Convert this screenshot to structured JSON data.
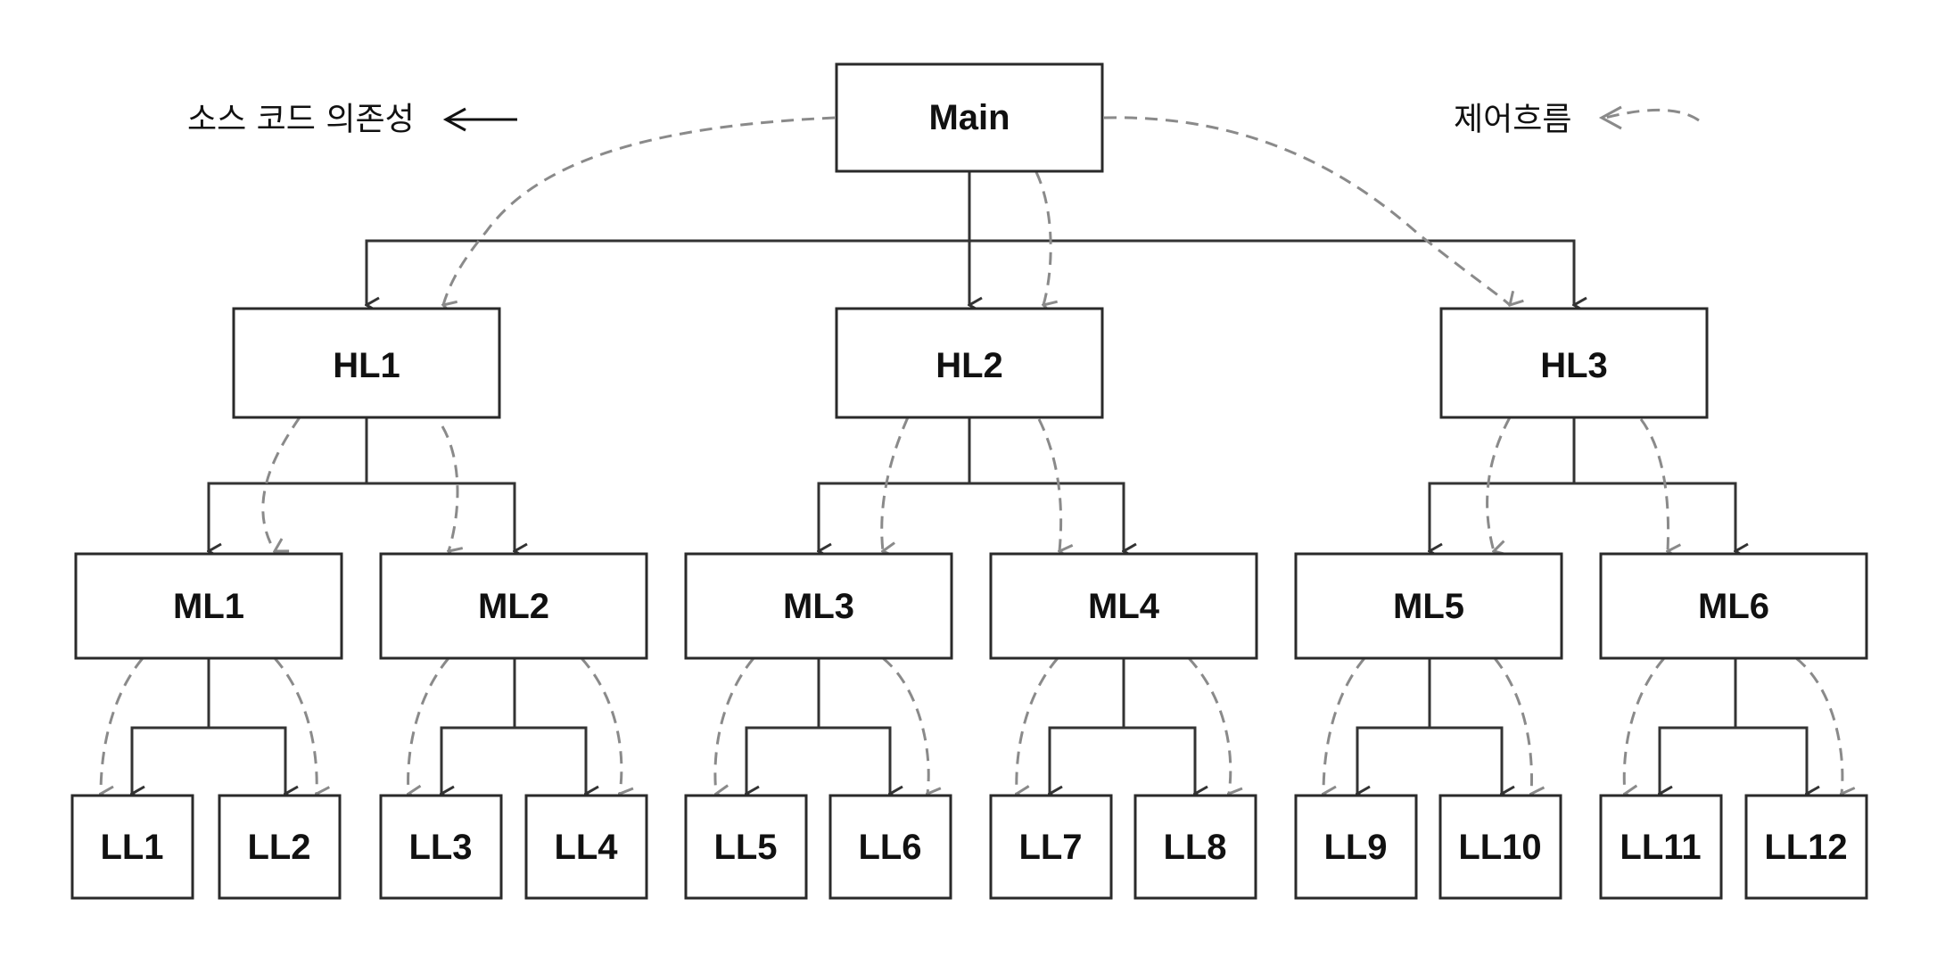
{
  "legend": {
    "dependency_label": "소스 코드 의존성",
    "control_flow_label": "제어흐름"
  },
  "nodes": {
    "main": "Main",
    "hl1": "HL1",
    "hl2": "HL2",
    "hl3": "HL3",
    "ml1": "ML1",
    "ml2": "ML2",
    "ml3": "ML3",
    "ml4": "ML4",
    "ml5": "ML5",
    "ml6": "ML6",
    "ll1": "LL1",
    "ll2": "LL2",
    "ll3": "LL3",
    "ll4": "LL4",
    "ll5": "LL5",
    "ll6": "LL6",
    "ll7": "LL7",
    "ll8": "LL8",
    "ll9": "LL9",
    "ll10": "LL10",
    "ll11": "LL11",
    "ll12": "LL12"
  },
  "colors": {
    "dependency_arrow": "#333333",
    "control_flow_arrow": "#8a8a8a",
    "box_stroke": "#2a2a2a"
  }
}
